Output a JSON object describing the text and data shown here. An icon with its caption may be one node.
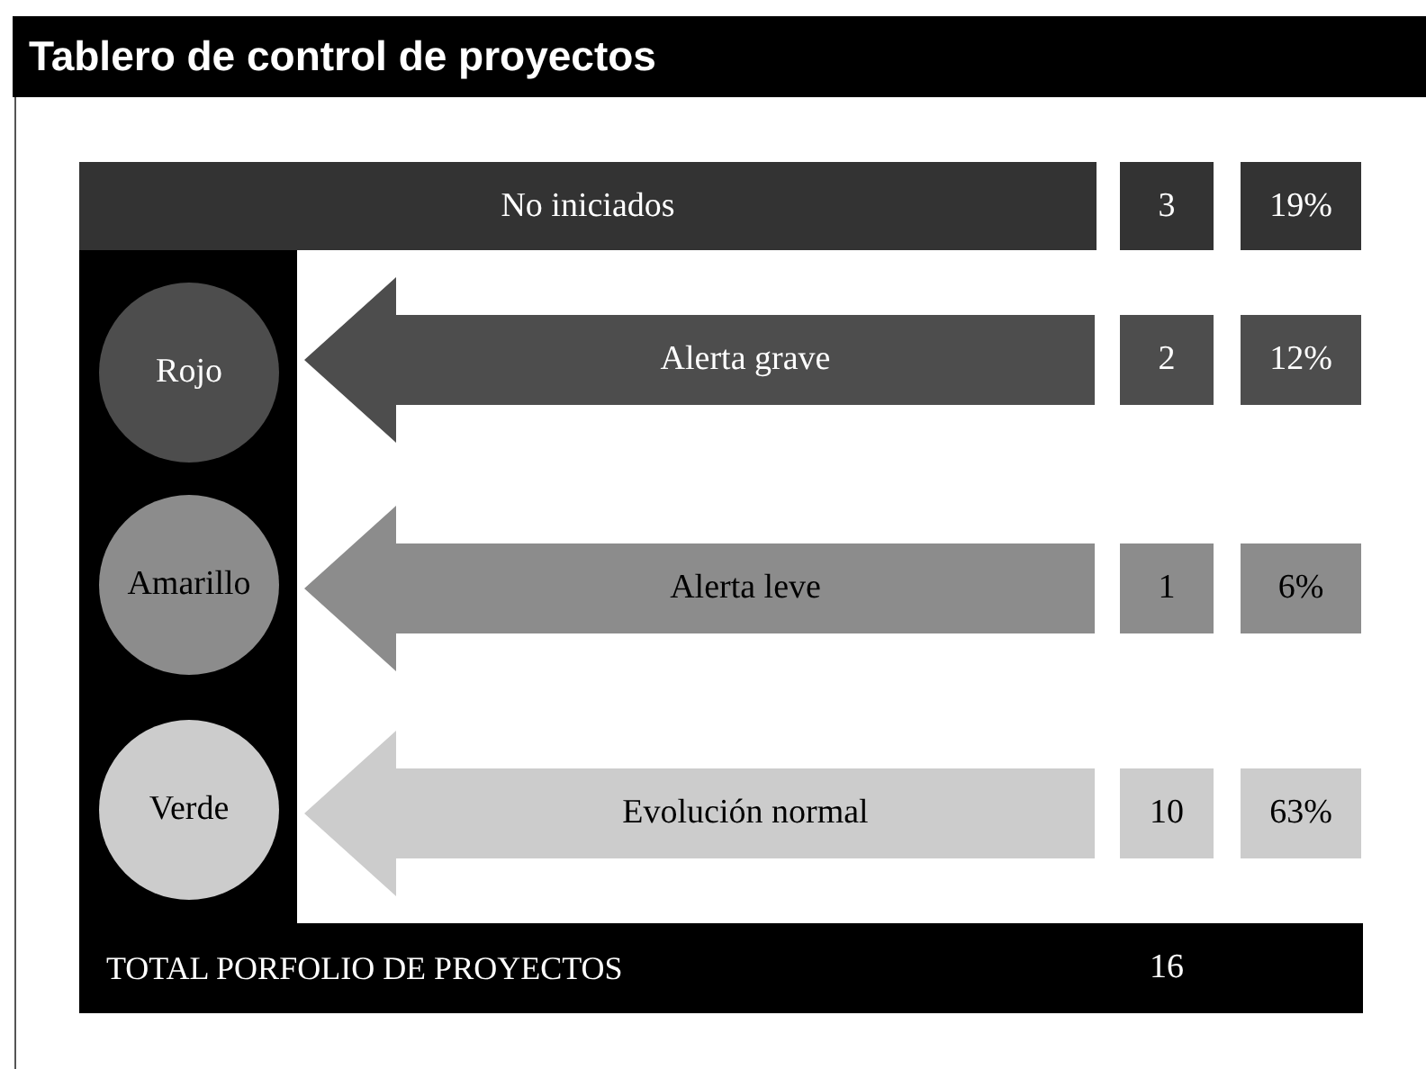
{
  "diagram": {
    "title": "Tablero de control de proyectos",
    "nodes": [
      {
        "text": [
          "No iniciados"
        ]
      },
      {
        "text": [
          "3"
        ]
      },
      {
        "text": [
          "19%"
        ]
      },
      {
        "text": [
          "TOTAL PORFOLIO DE PROYECTOS",
          "16"
        ]
      },
      {
        "text": [
          "Rojo"
        ],
        "in": 3
      },
      {
        "text": [
          "Alerta grave"
        ]
      },
      {
        "text": [
          "2"
        ]
      },
      {
        "text": [
          "12%"
        ]
      },
      {
        "text": [
          "Amarillo"
        ],
        "in": 3
      },
      {
        "text": [
          "Alerta leve"
        ]
      },
      {
        "text": [
          "1"
        ]
      },
      {
        "text": [
          "6%"
        ]
      },
      {
        "text": [
          "Verde"
        ],
        "in": 3
      },
      {
        "text": [
          "Evolución normal"
        ]
      },
      {
        "text": [
          "10"
        ]
      },
      {
        "text": [
          "63%"
        ]
      }
    ]
  }
}
